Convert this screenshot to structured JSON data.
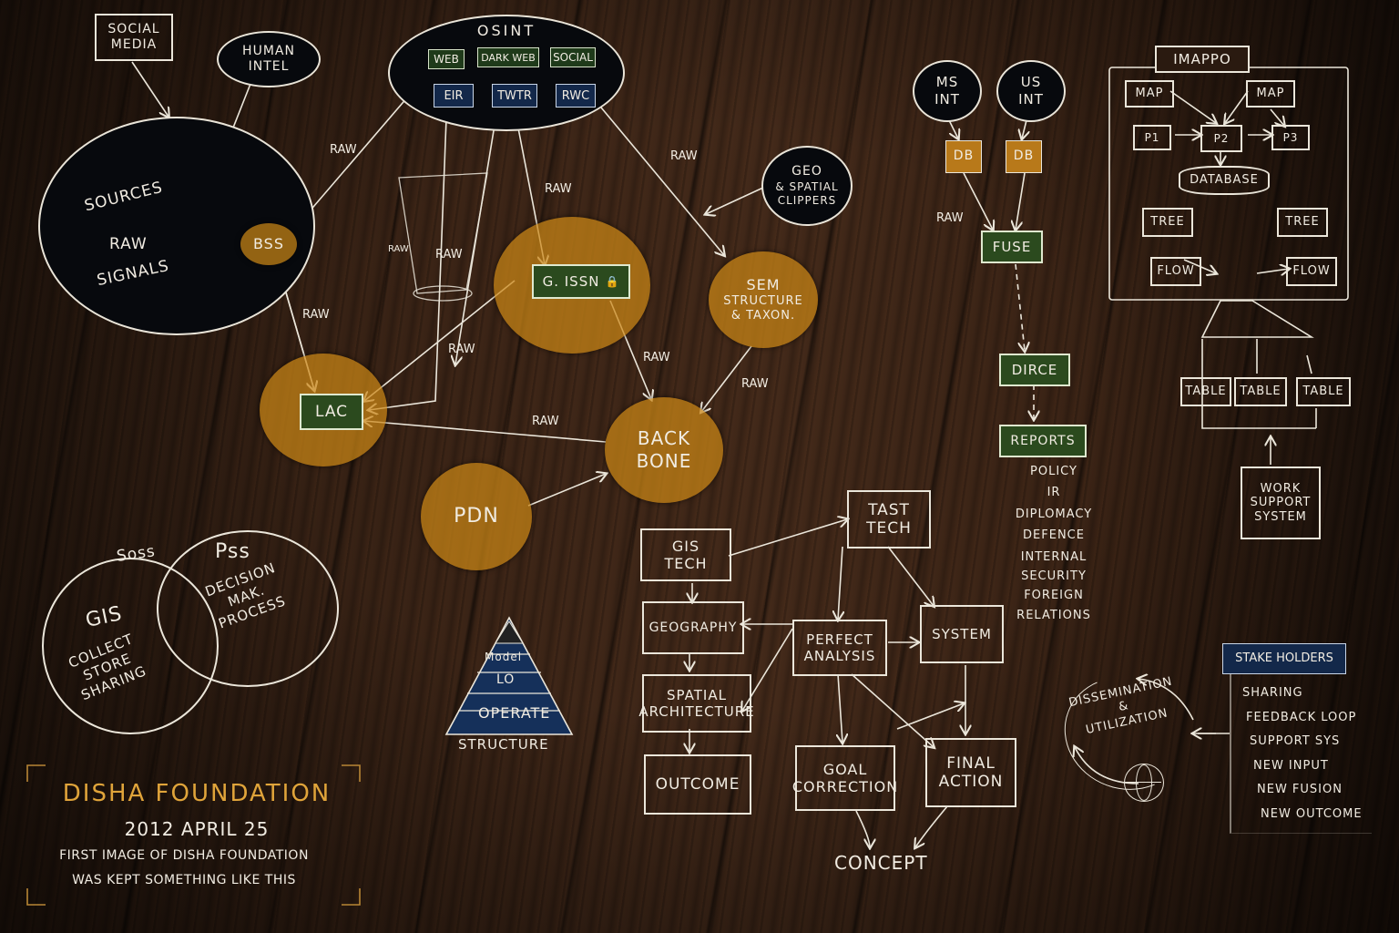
{
  "diagram": {
    "social_media": "Social\nMedia",
    "human_intel": "Human\nIntel",
    "osint": {
      "title": "OSINT",
      "tags_green": [
        "Web",
        "Dark Web",
        "Social"
      ],
      "tags_blue": [
        "EIR",
        "TWTR",
        "RWC"
      ]
    },
    "sources": [
      "Sources",
      "Raw",
      "Signals"
    ],
    "bss": "BSS",
    "lac": "LAC",
    "g_issn": "G. ISSN",
    "sem": [
      "Sem",
      "Structure",
      "& Taxon."
    ],
    "geo": [
      "Geo",
      "& Spatial",
      "Clippers"
    ],
    "backbone": [
      "Back",
      "Bone"
    ],
    "pdn": "PDN",
    "raw_label": "Raw",
    "venn": {
      "soss": "Soss",
      "pss": "Pss",
      "gis": "GIS",
      "left_items": [
        "Collect",
        "Store",
        "Sharing"
      ],
      "right_items": [
        "Decision",
        "Mak.",
        "Process"
      ]
    },
    "pyramid": {
      "levels": [
        "Model",
        "Lo",
        "Operate"
      ],
      "caption": "Structure"
    },
    "flow": {
      "gis_tech": "GIS\nTech",
      "tast_tech": "Tast\nTech",
      "geography": "Geography",
      "spatial": "Spatial\nArchitecture",
      "outcome": "Outcome",
      "perfect": "Perfect\nAnalysis",
      "system": "System",
      "goal": "Goal\nCorrection",
      "final": "Final\nAction",
      "concept": "Concept"
    },
    "intel": {
      "ms": "MS\nINT",
      "us": "US\nINT",
      "db": "DB",
      "fuse": "Fuse",
      "dirce": "Dirce",
      "reports": "Reports",
      "report_items": [
        "Policy",
        "IR",
        "Diplomacy",
        "Defence",
        "Internal",
        "Security",
        "Foreign",
        "Relations"
      ]
    },
    "imappo": {
      "title": "IMAPPO",
      "map": "Map",
      "p": [
        "P1",
        "P2",
        "P3"
      ],
      "database": "Database",
      "tree": "Tree",
      "flow": "Flow",
      "table": "Table",
      "work": "Work\nSupport\nSystem"
    },
    "dissemination": [
      "Dissemination",
      "&",
      "Utilization"
    ],
    "stakeholders": {
      "title": "Stake Holders",
      "items": [
        "Sharing",
        "Feedback Loop",
        "Support Sys",
        "New Input",
        "New Fusion",
        "New Outcome"
      ]
    },
    "caption": {
      "title": "Disha Foundation",
      "date": "2012 April 25",
      "line1": "First image of Disha Foundation",
      "line2": "was kept something like this"
    }
  },
  "colors": {
    "chalk": "#f1ece2",
    "amber": "#cb8716",
    "gold_text": "#e0a43a",
    "green_box": "#2b4a1e",
    "blue_box": "#13284a",
    "dark_node": "#07090d"
  }
}
